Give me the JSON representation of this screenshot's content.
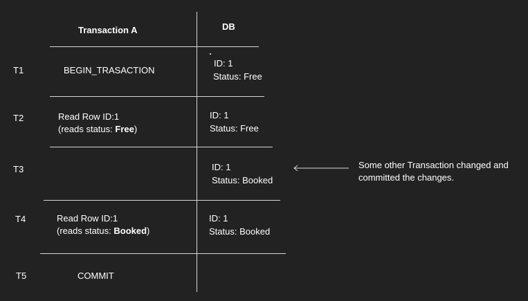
{
  "headers": {
    "transaction": "Transaction A",
    "db": "DB"
  },
  "rows": [
    {
      "time": "T1",
      "action_line1": "BEGIN_TRASACTION",
      "db_line1": "ID: 1",
      "db_line2": "Status: Free"
    },
    {
      "time": "T2",
      "action_line1": "Read Row ID:1",
      "action_line2_prefix": "(reads status: ",
      "action_line2_bold": "Free",
      "action_line2_suffix": ")",
      "db_line1": "ID: 1",
      "db_line2": "Status: Free"
    },
    {
      "time": "T3",
      "db_line1": "ID: 1",
      "db_line2": "Status: Booked"
    },
    {
      "time": "T4",
      "action_line1": "Read Row ID:1",
      "action_line2_prefix": "(reads status: ",
      "action_line2_bold": "Booked",
      "action_line2_suffix": ")",
      "db_line1": "ID: 1",
      "db_line2": "Status: Booked"
    },
    {
      "time": "T5",
      "action_line1": "COMMIT"
    }
  ],
  "annotation": {
    "line1": "Some other Transaction changed and",
    "line2": "committed the changes."
  },
  "colors": {
    "background": "#222222",
    "text": "#ffffff",
    "lines": "#d8d8d8"
  }
}
